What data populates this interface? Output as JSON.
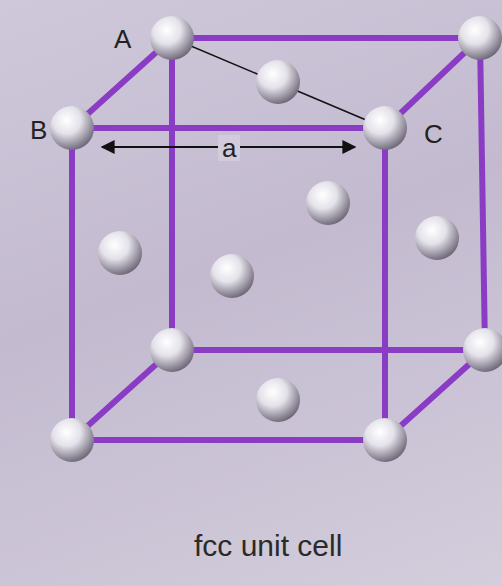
{
  "diagram": {
    "caption": "fcc unit cell",
    "labels": [
      "A",
      "B",
      "C",
      "a"
    ]
  }
}
